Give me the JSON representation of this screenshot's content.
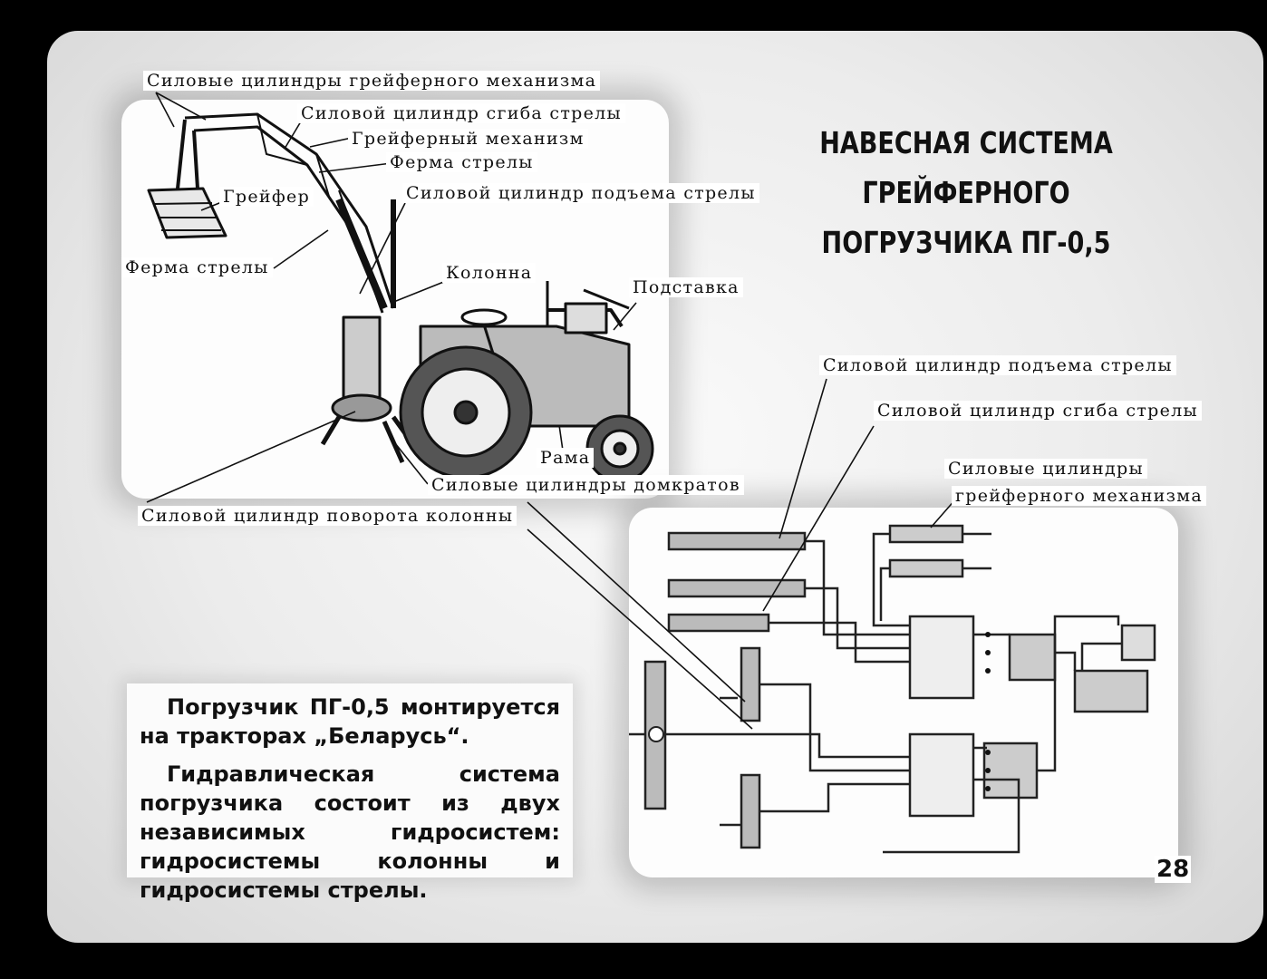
{
  "title": {
    "line1": "НАВЕСНАЯ СИСТЕМА",
    "line2": "ГРЕЙФЕРНОГО",
    "line3": "ПОГРУЗЧИКА ПГ-0,5"
  },
  "tractor_labels": {
    "grab_cylinders": "Силовые цилиндры грейферного механизма",
    "boom_bend_cylinder": "Силовой цилиндр сгиба стрелы",
    "grab_mechanism": "Грейферный механизм",
    "boom_truss_top": "Ферма стрелы",
    "grab": "Грейфер",
    "boom_lift_cylinder": "Силовой цилиндр подъема стрелы",
    "boom_truss_left": "Ферма стрелы",
    "column": "Колонна",
    "stand": "Подставка",
    "frame": "Рама",
    "jack_cylinders": "Силовые цилиндры домкратов",
    "column_turn_cylinder": "Силовой цилиндр поворота колонны"
  },
  "schema_labels": {
    "boom_lift_cylinder": "Силовой цилиндр подъема стрелы",
    "boom_bend_cylinder": "Силовой цилиндр сгиба стрелы",
    "grab_cylinders_line1": "Силовые цилиндры",
    "grab_cylinders_line2": "грейферного механизма"
  },
  "text": {
    "para1": "Погрузчик ПГ-0,5 монтируется на тракторах „Беларусь“.",
    "para2": "Гидравлическая система погрузчика состоит из двух независимых гидросистем: гидросистемы колонны и гидросистемы стрелы."
  },
  "page_number": "28"
}
